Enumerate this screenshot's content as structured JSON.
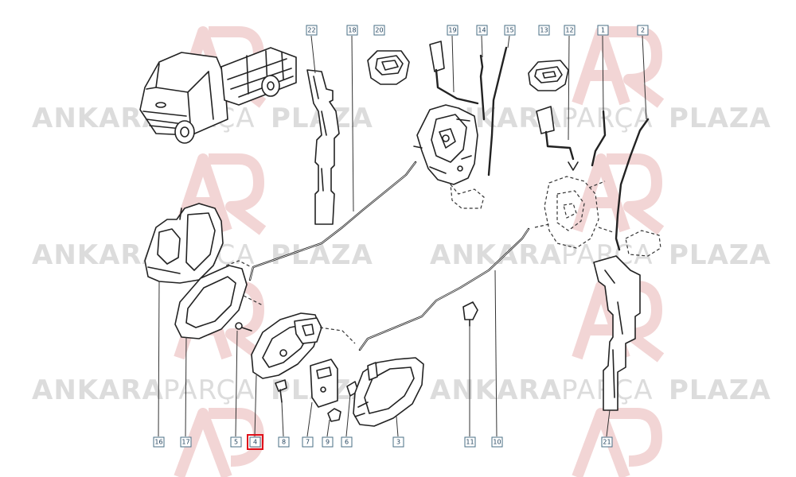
{
  "watermark": {
    "word_1": "ANKARA",
    "word_2": "PARÇA",
    "word_3": "PLAZA",
    "logo_color": "#efcaca",
    "text_color": "#dcdcdc"
  },
  "diagram": {
    "highlight_color": "#e0101a",
    "label_border_color": "#4a6f86",
    "labels": [
      "22",
      "18",
      "20",
      "19",
      "14",
      "15",
      "13",
      "12",
      "1",
      "2",
      "16",
      "17",
      "5",
      "4",
      "8",
      "7",
      "9",
      "6",
      "3",
      "11",
      "10",
      "21"
    ],
    "highlighted_label": "4"
  }
}
